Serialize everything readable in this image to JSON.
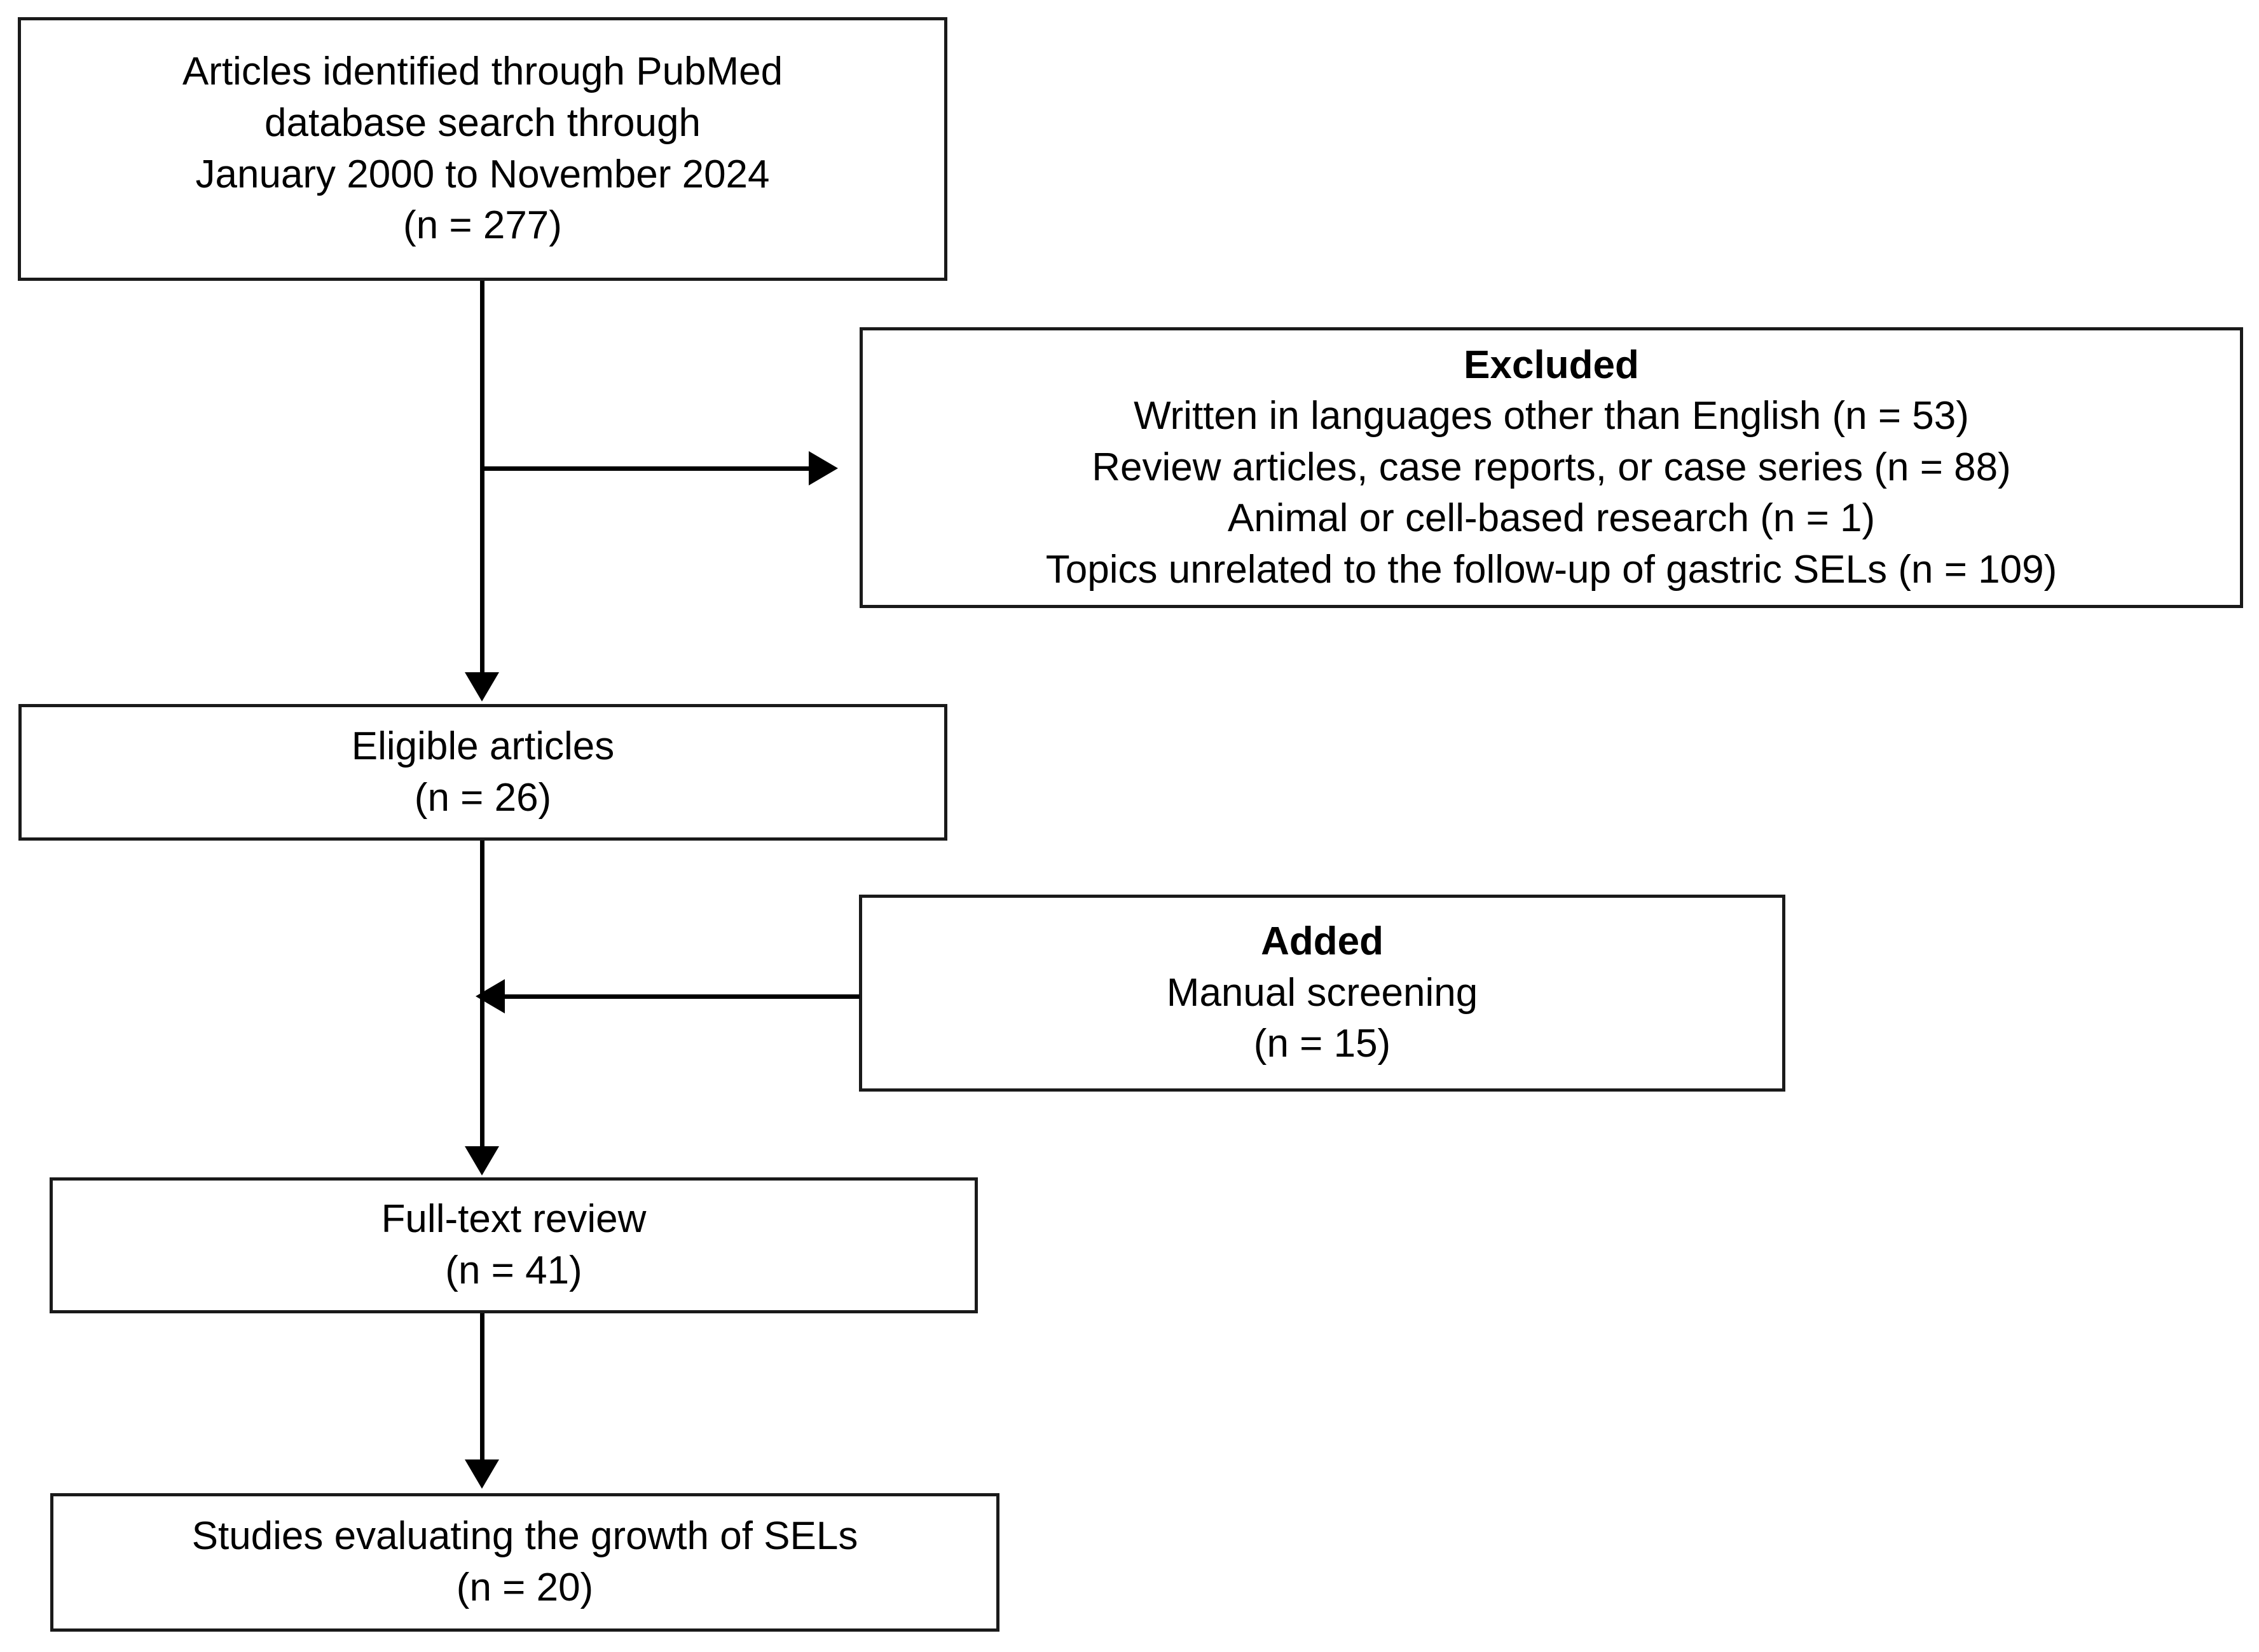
{
  "diagram": {
    "type": "prisma-flow-diagram",
    "boxes": [
      {
        "id": "identified",
        "name": "articles-identified-box",
        "lines": [
          {
            "text": "Articles identified through PubMed",
            "bold": false
          },
          {
            "text": "database search through",
            "bold": false
          },
          {
            "text": "January 2000 to November 2024",
            "bold": false
          },
          {
            "text": "(n = 277)",
            "bold": false
          }
        ],
        "count": 277
      },
      {
        "id": "excluded",
        "name": "excluded-box",
        "lines": [
          {
            "text": "Excluded",
            "bold": true
          },
          {
            "text": "Written in languages other than English (n = 53)",
            "bold": false
          },
          {
            "text": "Review articles, case reports, or case series (n = 88)",
            "bold": false
          },
          {
            "text": "Animal or cell-based research (n = 1)",
            "bold": false
          },
          {
            "text": "Topics unrelated to the follow-up of gastric SELs (n = 109)",
            "bold": false
          }
        ],
        "reasons": [
          {
            "reason": "Written in languages other than English",
            "n": 53
          },
          {
            "reason": "Review articles, case reports, or case series",
            "n": 88
          },
          {
            "reason": "Animal or cell-based research",
            "n": 1
          },
          {
            "reason": "Topics unrelated to the follow-up of gastric SELs",
            "n": 109
          }
        ]
      },
      {
        "id": "eligible",
        "name": "eligible-articles-box",
        "lines": [
          {
            "text": "Eligible articles",
            "bold": false
          },
          {
            "text": "(n = 26)",
            "bold": false
          }
        ],
        "count": 26
      },
      {
        "id": "added",
        "name": "added-box",
        "lines": [
          {
            "text": "Added",
            "bold": true
          },
          {
            "text": "Manual screening",
            "bold": false
          },
          {
            "text": "(n = 15)",
            "bold": false
          }
        ],
        "count": 15
      },
      {
        "id": "fulltext",
        "name": "full-text-review-box",
        "lines": [
          {
            "text": "Full-text review",
            "bold": false
          },
          {
            "text": "(n = 41)",
            "bold": false
          }
        ],
        "count": 41
      },
      {
        "id": "studies",
        "name": "studies-evaluating-growth-box",
        "lines": [
          {
            "text": "Studies evaluating the growth of SELs",
            "bold": false
          },
          {
            "text": "(n = 20)",
            "bold": false
          }
        ],
        "count": 20
      }
    ],
    "connectors": [
      {
        "name": "identified-to-eligible",
        "from": "identified",
        "to": "eligible",
        "direction": "down"
      },
      {
        "name": "identified-to-excluded",
        "from": "identified",
        "to": "excluded",
        "direction": "right"
      },
      {
        "name": "eligible-to-fulltext",
        "from": "eligible",
        "to": "fulltext",
        "direction": "down"
      },
      {
        "name": "added-to-fulltext-trunk",
        "from": "added",
        "to": "fulltext",
        "direction": "left"
      },
      {
        "name": "fulltext-to-studies",
        "from": "fulltext",
        "to": "studies",
        "direction": "down"
      }
    ],
    "colors": {
      "stroke": "#1a1a1a",
      "connector": "#000000",
      "background": "#ffffff",
      "text": "#000000"
    }
  }
}
